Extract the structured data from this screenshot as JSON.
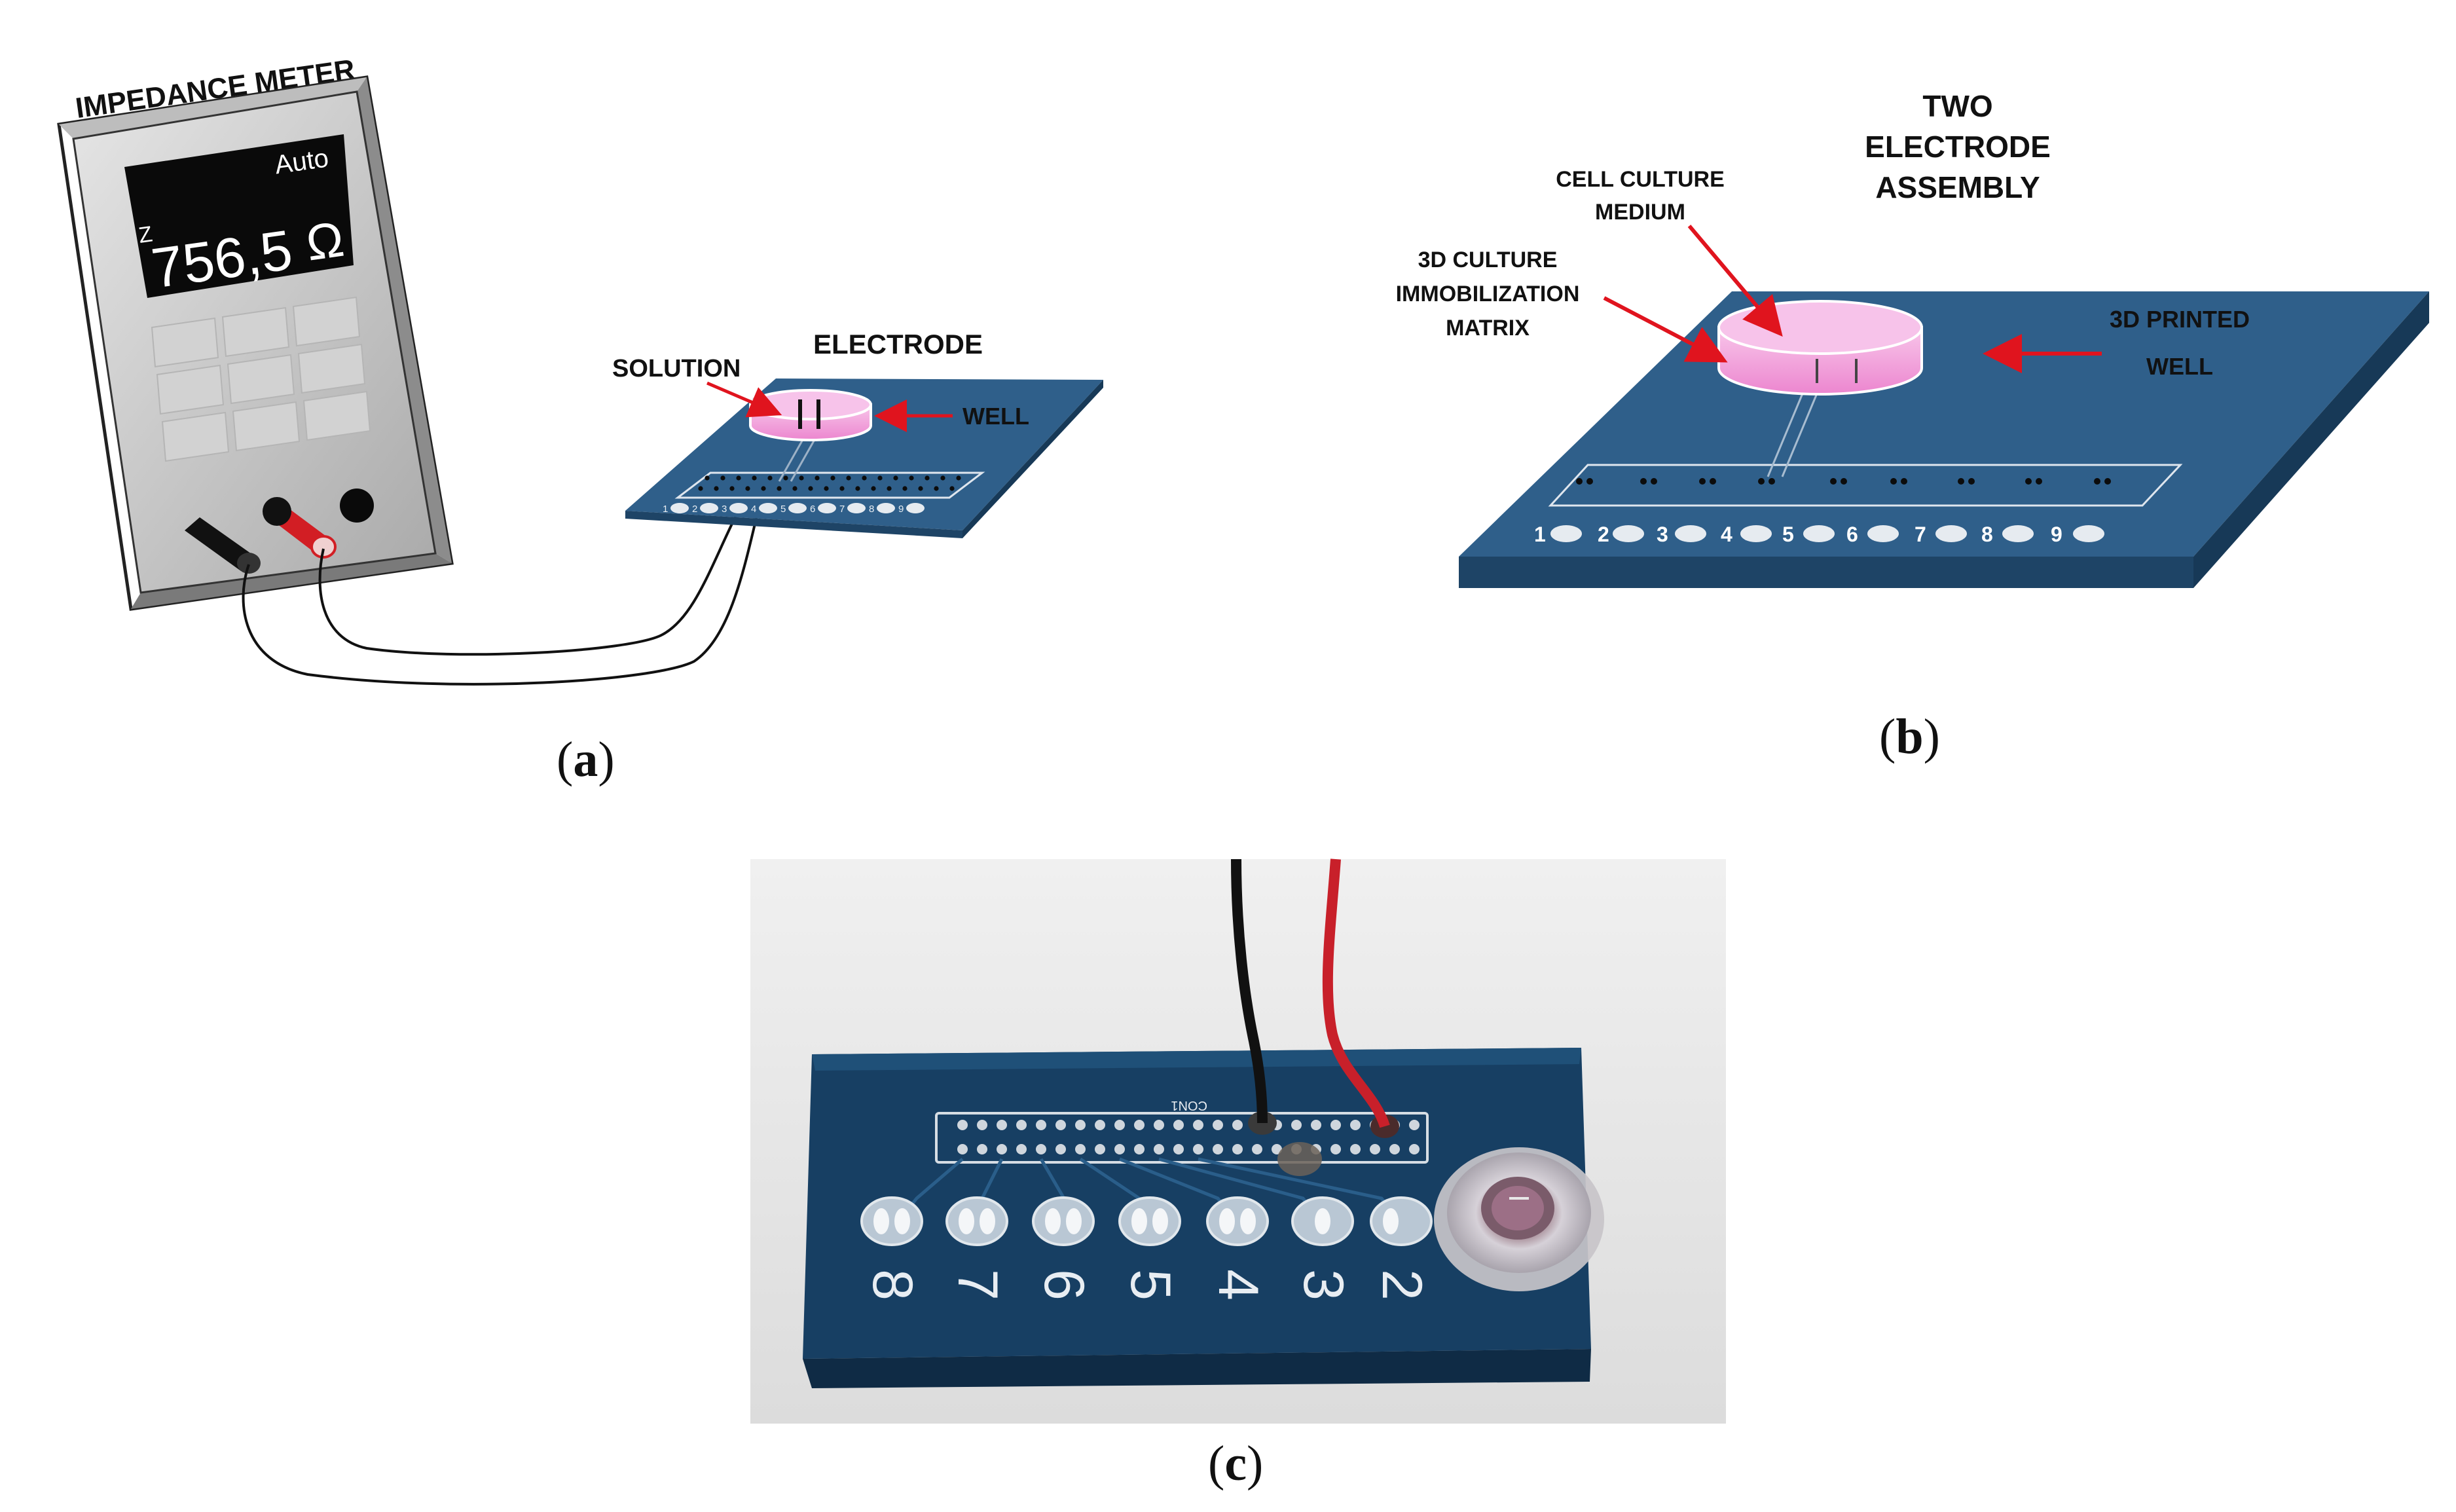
{
  "panel_a": {
    "meter_title": "IMPEDANCE METER",
    "display_mode": "Auto",
    "display_param": "Z",
    "display_value": "756,5",
    "display_unit": "Ω",
    "label_solution": "SOLUTION",
    "label_electrode": "ELECTRODE",
    "label_well": "WELL",
    "board_numbers": [
      "1",
      "2",
      "3",
      "4",
      "5",
      "6",
      "7",
      "8",
      "9"
    ],
    "caption_open": "(",
    "caption_letter": "a",
    "caption_close": ")"
  },
  "panel_b": {
    "title_line1": "TWO",
    "title_line2": "ELECTRODE",
    "title_line3": "ASSEMBLY",
    "label_medium_line1": "CELL CULTURE",
    "label_medium_line2": "MEDIUM",
    "label_matrix_line1": "3D CULTURE",
    "label_matrix_line2": "IMMOBILIZATION",
    "label_matrix_line3": "MATRIX",
    "label_printed": "3D PRINTED",
    "label_well": "WELL",
    "board_numbers": [
      "1",
      "2",
      "3",
      "4",
      "5",
      "6",
      "7",
      "8",
      "9"
    ],
    "caption_open": "(",
    "caption_letter": "b",
    "caption_close": ")"
  },
  "panel_c": {
    "pad_numbers": [
      "8",
      "7",
      "6",
      "5",
      "4",
      "3",
      "2"
    ],
    "silk_connector": "CON1",
    "caption_open": "(",
    "caption_letter": "c",
    "caption_close": ")"
  },
  "colors": {
    "board_blue": "#2f5f8a",
    "board_side": "#1e4466",
    "well_pink": "#f3a6dc",
    "arrow_red": "#e0141e",
    "meter_gray": "#cfcfcf",
    "display_black": "#0a0a0a",
    "probe_red": "#d21e24",
    "photo_pcb": "#173f63"
  }
}
